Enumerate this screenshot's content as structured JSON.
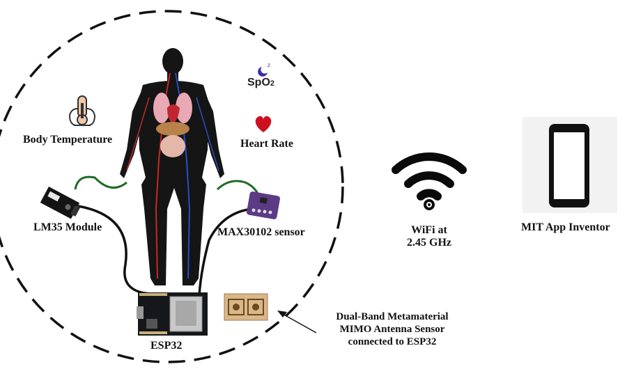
{
  "labels": {
    "body_temperature": "Body Temperature",
    "spo2": "SpO",
    "spo2_sub": "2",
    "heart_rate": "Heart Rate",
    "lm35": "LM35 Module",
    "max30102": "MAX30102 sensor",
    "esp32": "ESP32",
    "wifi_line1": "WiFi at",
    "wifi_line2": "2.45 GHz",
    "app": "MIT App Inventor",
    "antenna_line1": "Dual-Band Metamaterial",
    "antenna_line2": "MIMO Antenna Sensor",
    "antenna_line3": "connected to ESP32"
  },
  "icons": {
    "thermometer": "thermometer-icon",
    "moon": "moon-icon",
    "heart": "heart-icon",
    "wifi": "wifi-icon",
    "phone": "smartphone-icon"
  },
  "colors": {
    "heart": "#cc1020",
    "moon": "#3a2fa8",
    "wire_green": "#1d6b25",
    "wire_black": "#111111",
    "board": "#15171a",
    "sensor_board": "#5c3a86"
  }
}
